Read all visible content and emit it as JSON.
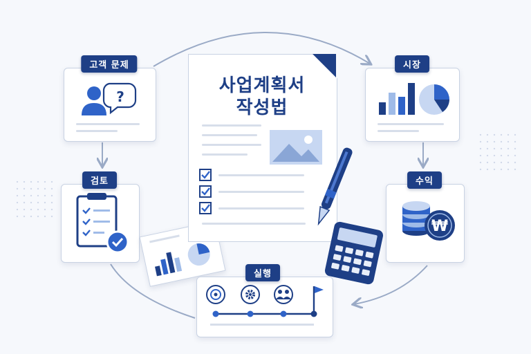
{
  "diagram": {
    "document_title_line1": "사업계획서",
    "document_title_line2": "작성법",
    "labels": {
      "customer_problem": "고객 문제",
      "market": "시장",
      "review": "검토",
      "revenue": "수익",
      "execution": "실행"
    }
  },
  "colors": {
    "navy": "#1e3f86",
    "blue": "#2f63c8",
    "light_blue": "#9fbbe8",
    "arrow": "#9aaac6"
  }
}
